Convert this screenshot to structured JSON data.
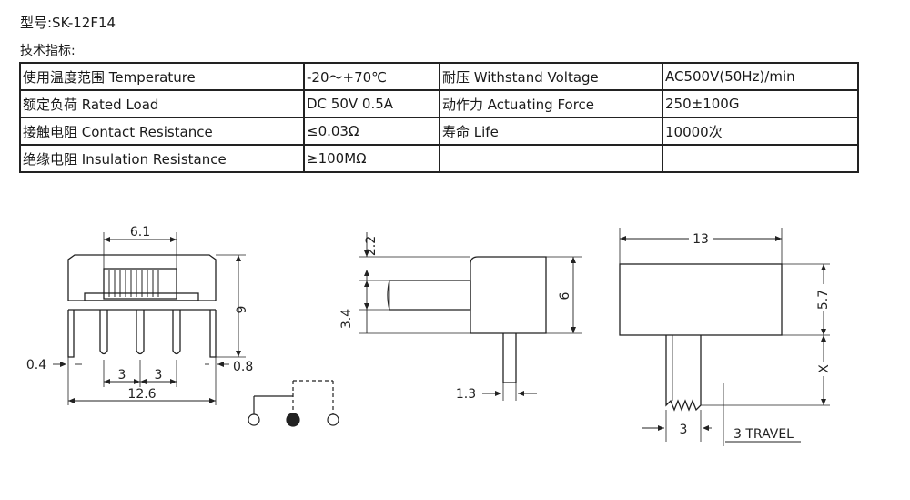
{
  "header": {
    "model_line": "型号:SK-12F14",
    "spec_heading": "技术指标:"
  },
  "specs": {
    "rows": [
      [
        "使用温度范围 Temperature",
        "-20～+70℃",
        "耐压 Withstand Voltage",
        "AC500V(50Hz)/min"
      ],
      [
        "额定负荷 Rated Load",
        "DC 50V 0.5A",
        "动作力 Actuating Force",
        "250±100G"
      ],
      [
        "接触电阻 Contact Resistance",
        "≤0.03Ω",
        "寿命 Life",
        "10000次"
      ],
      [
        "绝缘电阻 Insulation Resistance",
        "≥100MΩ",
        "",
        ""
      ]
    ]
  },
  "drawings": {
    "front": {
      "dim_width_top": "6.1",
      "dim_height": "9",
      "dim_pin_thickness": "0.4",
      "dim_pin_width": "0.8",
      "dim_pitch_left": "3",
      "dim_pitch_right": "3",
      "dim_total_width": "12.6"
    },
    "side": {
      "dim_top_offset": "2.2",
      "dim_lever_height": "3.4",
      "dim_body_height": "6",
      "dim_pin_width": "1.3"
    },
    "top": {
      "dim_length": "13",
      "dim_height": "5.7",
      "dim_lever": "X",
      "dim_lever_width": "3",
      "travel_label": "3 TRAVEL"
    }
  }
}
